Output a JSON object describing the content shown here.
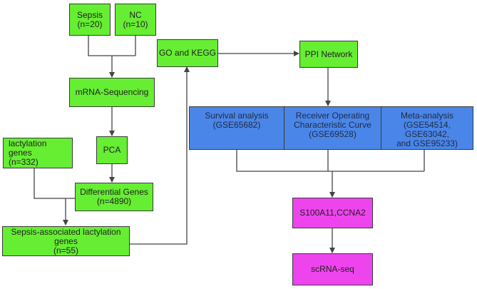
{
  "nodes": {
    "sepsis": {
      "line1": "Sepsis",
      "line2": "(n=20)"
    },
    "nc": {
      "line1": "NC",
      "line2": "(n=10)"
    },
    "mrna": {
      "line1": "mRNA-Sequencing"
    },
    "pca": {
      "line1": "PCA"
    },
    "lactylation": {
      "line1": "lactylation genes",
      "line2": "(n=332)"
    },
    "diff": {
      "line1": "Differential Genes",
      "line2": "(n=4890)"
    },
    "sepsis_lact": {
      "line1": "Sepsis-associated lactylation genes",
      "line2": "(n=55)"
    },
    "go_kegg": {
      "line1": "GO and KEGG"
    },
    "ppi": {
      "line1": "PPI Network"
    },
    "survival": {
      "line1": "Survival analysis",
      "line2": "(GSE65682)"
    },
    "roc": {
      "line1": "Receiver Operating",
      "line2": "Characteristic Curve",
      "line3": "(GSE69528)"
    },
    "meta": {
      "line1": "Meta-analysis",
      "line2": "(GSE54514, GSE63042,",
      "line3": "and GSE95233)"
    },
    "hub_genes": {
      "line1": "S100A11,CCNA2"
    },
    "scrna": {
      "line1": "scRNA-seq"
    }
  },
  "colors": {
    "green": "#66ee33",
    "blue": "#4a86e8",
    "magenta": "#ee44ee",
    "line": "#444444"
  }
}
